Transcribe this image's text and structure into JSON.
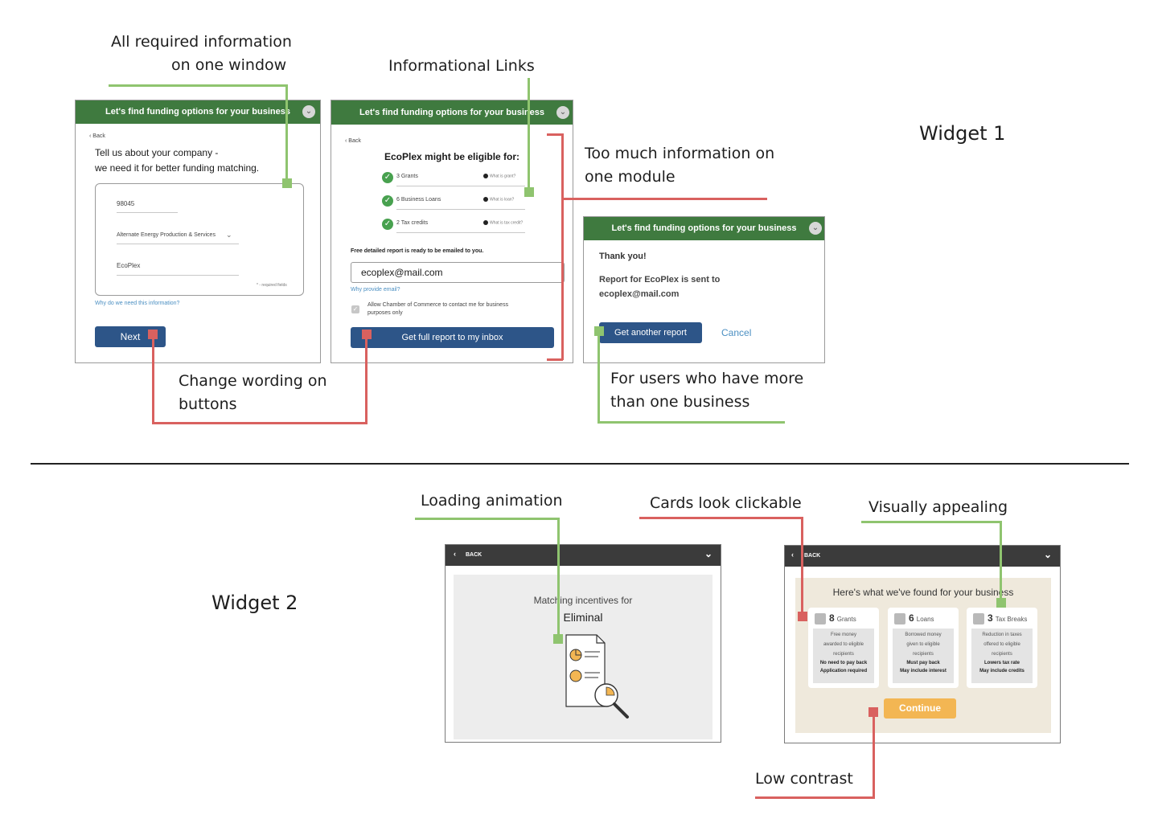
{
  "annotations": {
    "all_required_line1": "All required information",
    "all_required_line2": "on one window",
    "informational_links": "Informational Links",
    "too_much_line1": "Too much information on",
    "too_much_line2": "one module",
    "widget1": "Widget 1",
    "change_wording_line1": "Change wording on",
    "change_wording_line2": "buttons",
    "more_business_line1": "For users who have more",
    "more_business_line2": "than one business",
    "widget2": "Widget 2",
    "loading_animation": "Loading animation",
    "cards_clickable": "Cards look clickable",
    "visually_appealing": "Visually appealing",
    "low_contrast": "Low contrast"
  },
  "widget1": {
    "header_title": "Let's find funding options for your business",
    "screen1": {
      "back": "Back",
      "heading_line1": "Tell us about your company -",
      "heading_line2": "we need it for better funding matching.",
      "zip_value": "98045",
      "industry_value": "Alternate Energy Production & Services",
      "company_value": "EcoPlex",
      "required_note": "* - required fields",
      "why_link": "Why do we need this information?",
      "next_button": "Next"
    },
    "screen2": {
      "back": "Back",
      "heading": "EcoPlex might be eligible for:",
      "items": [
        {
          "label": "3 Grants",
          "info": "What is grant?"
        },
        {
          "label": "6 Business Loans",
          "info": "What is loan?"
        },
        {
          "label": "2 Tax credits",
          "info": "What is tax credit?"
        }
      ],
      "report_text": "Free detailed report is ready to be emailed to you.",
      "email_value": "ecoplex@mail.com",
      "why_email": "Why provide email?",
      "consent_text_line1": "Allow Chamber of Commerce to contact me for business",
      "consent_text_line2": "purposes only",
      "submit_button": "Get full report to my inbox"
    },
    "screen3": {
      "thank_you": "Thank you!",
      "sent_line1": "Report for EcoPlex is sent to",
      "sent_line2": "ecoplex@mail.com",
      "another_button": "Get another report",
      "cancel_link": "Cancel"
    }
  },
  "widget2": {
    "loading": {
      "back": "BACK",
      "line1": "Matching incentives for",
      "line2": "Eliminal"
    },
    "results": {
      "back": "BACK",
      "heading": "Here's what we've found for your business",
      "cards": [
        {
          "count": "8",
          "label": "Grants",
          "desc": [
            "Free money",
            "awarded to eligible",
            "recipients"
          ],
          "bold1": "No need to pay back",
          "bold2": "Application required"
        },
        {
          "count": "6",
          "label": "Loans",
          "desc": [
            "Borrowed money",
            "given to eligible",
            "recipients"
          ],
          "bold1": "Must pay back",
          "bold2": "May include interest"
        },
        {
          "count": "3",
          "label": "Tax Breaks",
          "desc": [
            "Reduction in taxes",
            "offered to eligible",
            "recipients"
          ],
          "bold1": "Lowers tax rate",
          "bold2": "May include credits"
        }
      ],
      "continue_button": "Continue"
    }
  },
  "colors": {
    "green_header": "#3f7a3f",
    "button_blue": "#2d5588",
    "annotation_green": "#8fc46f",
    "annotation_red": "#d9615f",
    "continue_orange": "#f3b653",
    "card_panel": "#efe9dc"
  }
}
